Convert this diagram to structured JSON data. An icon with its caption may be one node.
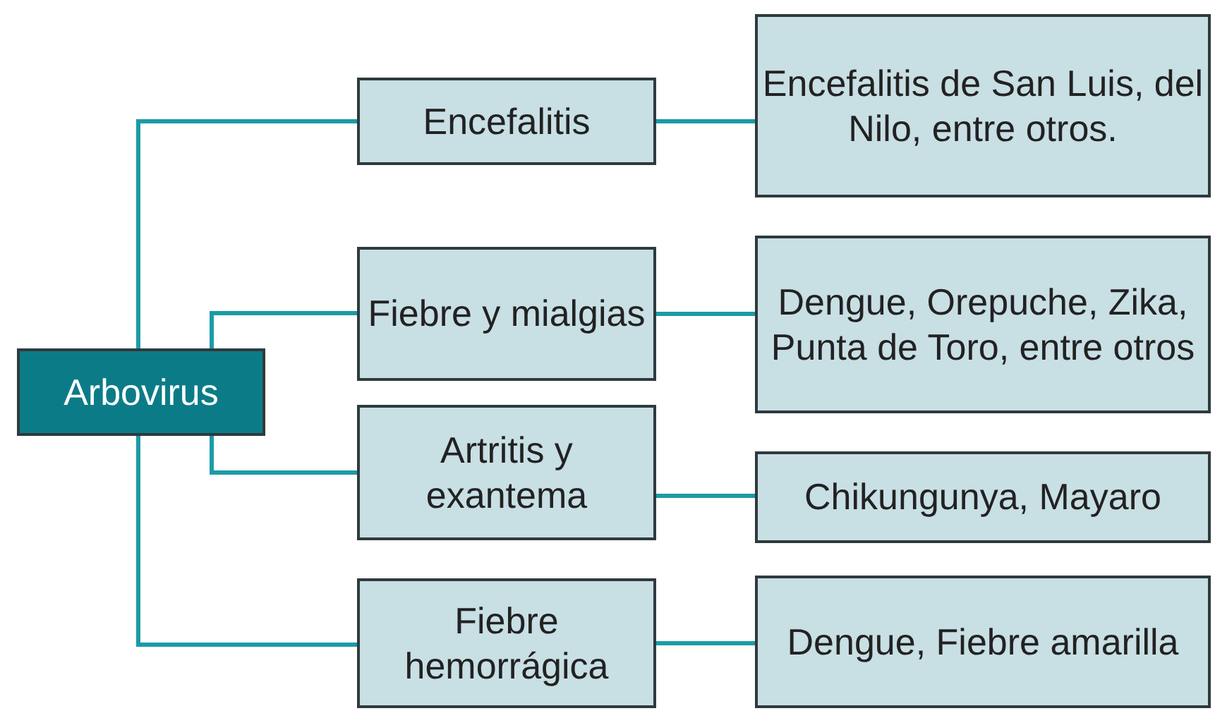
{
  "diagram": {
    "nodes": [
      {
        "text": [
          "Arbovirus"
        ]
      },
      {
        "text": [
          "Encefalitis"
        ]
      },
      {
        "text": [
          "Fiebre y mialgias"
        ]
      },
      {
        "text": [
          "Artritis y exantema"
        ]
      },
      {
        "text": [
          "Fiebre hemorrágica"
        ]
      },
      {
        "text": [
          "Encefalitis de San Luis, del Nilo, entre otros."
        ]
      },
      {
        "text": [
          "Dengue, Orepuche, Zika, Punta de Toro, entre otros"
        ]
      },
      {
        "text": [
          "Chikungunya, Mayaro"
        ]
      },
      {
        "text": [
          "Dengue, Fiebre amarilla"
        ]
      }
    ],
    "edges": [
      {
        "from": 0,
        "to": 1,
        "arrow": "none"
      },
      {
        "from": 0,
        "to": 2,
        "arrow": "none"
      },
      {
        "from": 0,
        "to": 3,
        "arrow": "none"
      },
      {
        "from": 0,
        "to": 4,
        "arrow": "none"
      },
      {
        "from": 1,
        "to": 5,
        "arrow": "none"
      },
      {
        "from": 2,
        "to": 6,
        "arrow": "none"
      },
      {
        "from": 3,
        "to": 7,
        "arrow": "none"
      },
      {
        "from": 4,
        "to": 8,
        "arrow": "none"
      }
    ]
  }
}
